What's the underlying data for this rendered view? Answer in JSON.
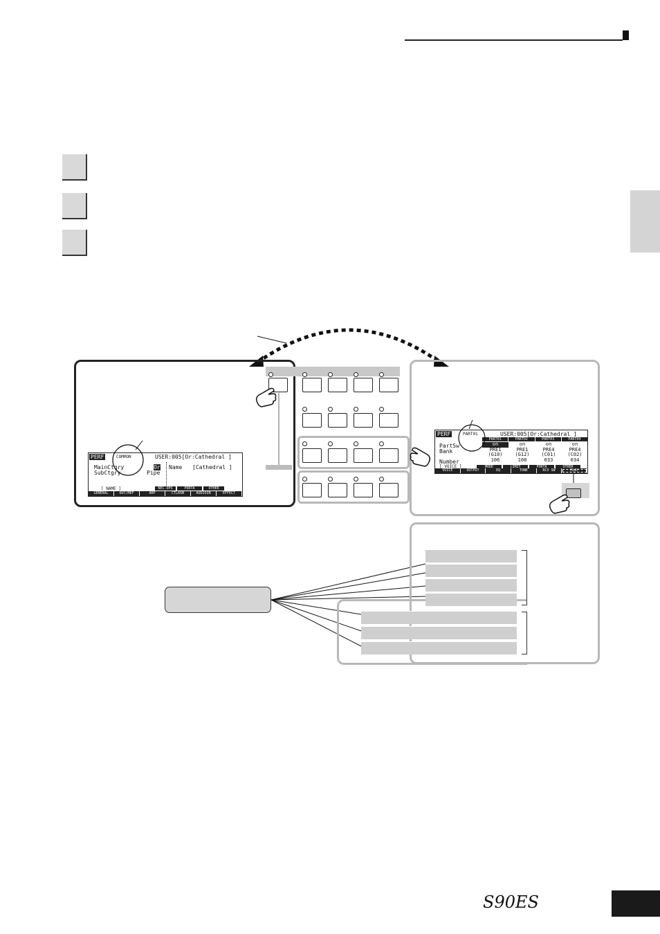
{
  "footer": {
    "brand": "S90ES"
  },
  "left_lcd": {
    "mode_label": "PERF",
    "section_label": "COMMON",
    "header_text": "USER:005[Or:Cathedral ]",
    "row1": "MainCtgry",
    "row2": "SubCtgry",
    "value_main": "Or",
    "value_sub": "Pipe",
    "name_label": "Name",
    "name_value": "[Cathedral ]",
    "bracket_name": "[ NAME ]",
    "subtabs": [
      "NEC.OPS",
      "PORTA",
      "OTHER"
    ],
    "tabs": [
      "GENERAL",
      "OUT/MEF",
      "ARP",
      "CTLASN",
      "AUDIOIN",
      "EFFECT"
    ]
  },
  "right_lcd": {
    "mode_label": "PERF",
    "section_label": "PART01",
    "header_text": "USER:005[Or:Cathedral ]",
    "part_headers": [
      "PART01",
      "PART02",
      "PART03",
      "PART04"
    ],
    "labels": [
      "PartSw",
      "Bank",
      "Number"
    ],
    "col1": [
      "on",
      "PRE1",
      "(G10)",
      "106"
    ],
    "col2": [
      "on",
      "PRE1",
      "(G12)",
      "108"
    ],
    "col3": [
      "on",
      "PRE4",
      "(C01)",
      "033"
    ],
    "col4": [
      "on",
      "PRE4",
      "(C02)",
      "034"
    ],
    "bracket_voice": "[ VOICE ]",
    "subtabs": [
      "MODE",
      "LIMIT",
      "PORTA",
      "OTHER"
    ],
    "tabs": [
      "VOICE",
      "OUTPUT",
      "EQ",
      "TONE",
      "RCV SW",
      "PLAY"
    ]
  },
  "colors": {
    "tab_gray": "#d9d9d9",
    "panel_gray": "#b8b8b8",
    "bar_gray": "#cfcfcf",
    "dark": "#1a1a1a"
  }
}
